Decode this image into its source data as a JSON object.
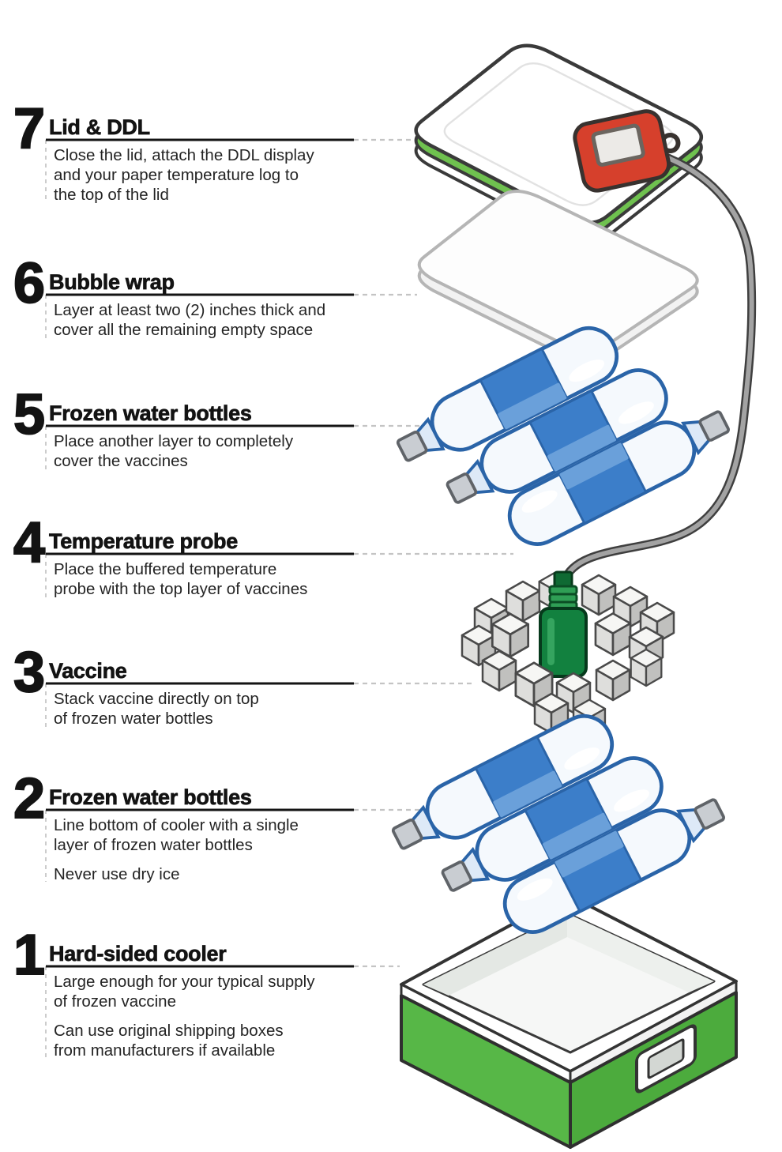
{
  "steps": [
    {
      "number": "7",
      "title": "Lid & DDL",
      "paragraphs": [
        "Close the lid, attach the DDL display\nand your paper temperature log to\nthe top of the lid"
      ]
    },
    {
      "number": "6",
      "title": "Bubble wrap",
      "paragraphs": [
        "Layer at least two (2) inches thick and\ncover all the remaining empty space"
      ]
    },
    {
      "number": "5",
      "title": "Frozen water bottles",
      "paragraphs": [
        "Place another layer to completely\ncover the vaccines"
      ]
    },
    {
      "number": "4",
      "title": "Temperature probe",
      "paragraphs": [
        "Place the buffered temperature\nprobe with the top layer of vaccines"
      ]
    },
    {
      "number": "3",
      "title": "Vaccine",
      "paragraphs": [
        "Stack vaccine directly on top\nof frozen water bottles"
      ]
    },
    {
      "number": "2",
      "title": "Frozen water bottles",
      "paragraphs": [
        "Line bottom of cooler with a single\nlayer of frozen water bottles",
        "Never use dry ice"
      ]
    },
    {
      "number": "1",
      "title": "Hard-sided cooler",
      "paragraphs": [
        "Large enough for your typical supply\nof frozen vaccine",
        "Can use original shipping boxes\nfrom manufacturers if available"
      ]
    }
  ],
  "illustration": {
    "parts": [
      "cooler-lid-illustration",
      "ddl-device-illustration",
      "probe-cable",
      "bubble-wrap-illustration",
      "frozen-bottles-top-layer-illustration",
      "vaccine-boxes-illustration",
      "temperature-probe-illustration",
      "frozen-bottles-bottom-layer-illustration",
      "cooler-body-illustration"
    ]
  },
  "colors": {
    "cooler_green": "#57b747",
    "cooler_green_dark": "#4cab3d",
    "lid_seal_green": "#6fc14f",
    "bottle_outline_blue": "#2a64a8",
    "bottle_label_blue": "#3c7ec9",
    "ddl_red": "#d6402c",
    "probe_green": "#12813f",
    "cap_gray": "#c9cdd2",
    "cable_gray": "#a3a3a3",
    "leader_dash_gray": "#c4c4c4",
    "underline_black": "#141414",
    "text_black": "#131313"
  }
}
